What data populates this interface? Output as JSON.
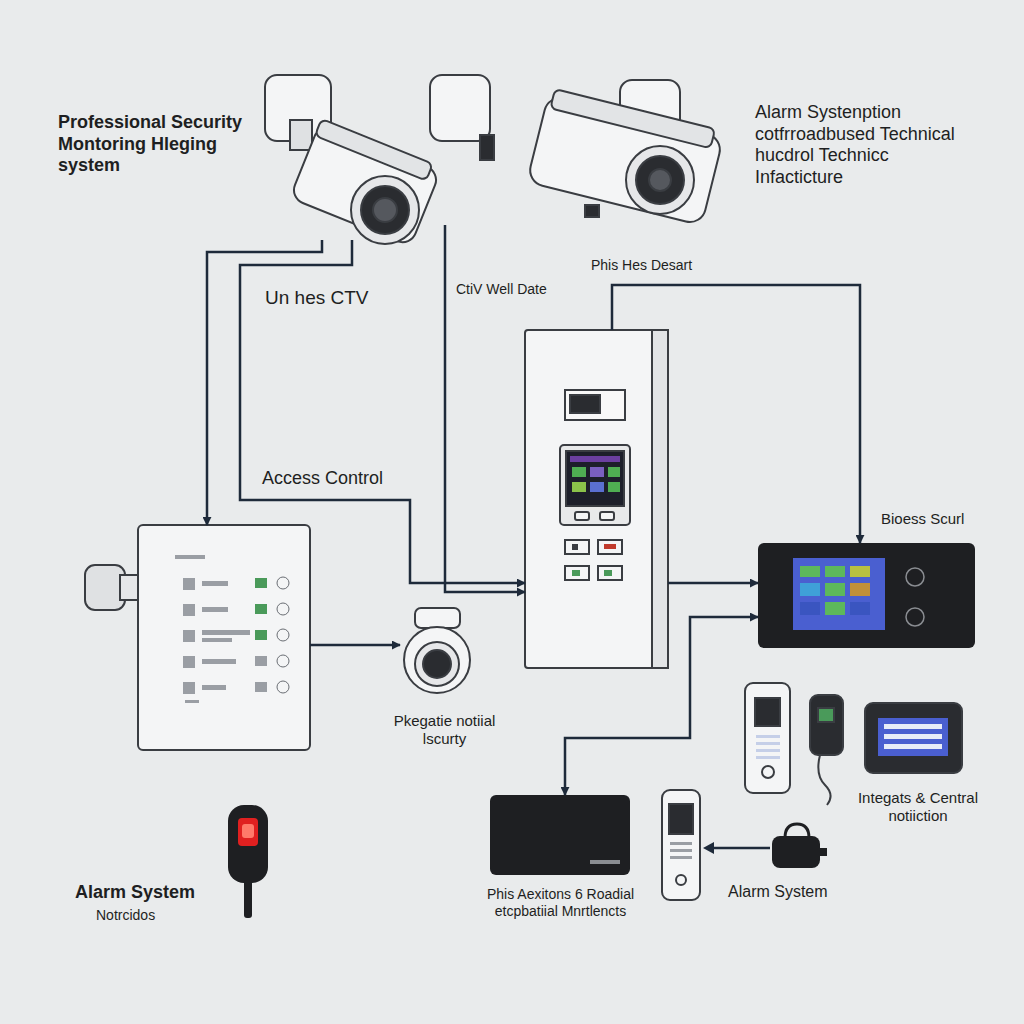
{
  "diagram": {
    "title": "Professional Security Montoring Hleging system",
    "nodes": [
      {
        "text": [
          "Un hes CTV"
        ]
      },
      {
        "text": [
          "Alarm Systenption cotfrroadbused Technical hucdrol Technicc Infacticture"
        ]
      },
      {
        "text": [
          "Access Control"
        ]
      },
      {
        "text": [
          "Pkegatie notiial lscurty"
        ]
      },
      {
        "text": [
          "Phis Hes Desart"
        ]
      },
      {
        "text": [
          "Bioess Scurl"
        ]
      },
      {
        "text": [
          "Phis Aexitons 6 Roadial etcpbatiial Mnrtlencts"
        ]
      },
      {
        "text": [
          "Alarm System"
        ]
      }
    ],
    "edges": [
      {
        "from": 0,
        "to": 2,
        "arrow": "to"
      },
      {
        "from": 0,
        "to": 4,
        "arrow": "to"
      },
      {
        "from": 1,
        "to": 4,
        "arrow": "to",
        "label": "CtiV Well Date"
      },
      {
        "from": 4,
        "to": 5,
        "arrow": "to"
      },
      {
        "from": 4,
        "to": 5,
        "arrow": "to"
      },
      {
        "from": 2,
        "to": 3,
        "arrow": "to"
      },
      {
        "from": 6,
        "to": 5,
        "arrow": "both"
      }
    ],
    "labels": [
      "Integats & Central notiiction",
      "Alarm System",
      "Notrcidos"
    ]
  }
}
